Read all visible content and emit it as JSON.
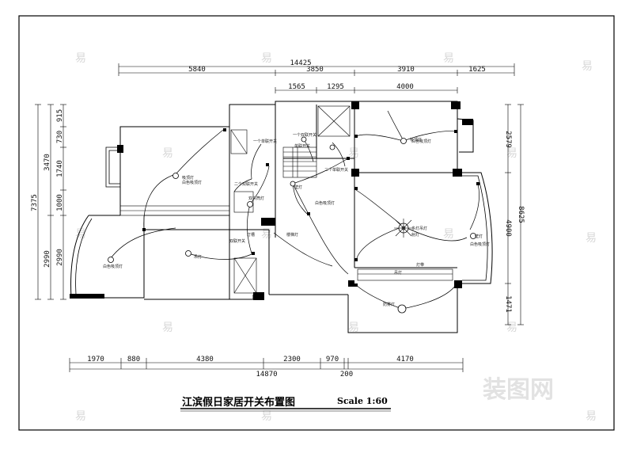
{
  "drawing": {
    "title": "江滨假日家居开关布置图",
    "scale": "Scale 1:60"
  },
  "dims_top": {
    "overall": "14425",
    "segments": [
      "5840",
      "3850",
      "3910",
      "1625"
    ],
    "inner": [
      "1565",
      "1295",
      "4000"
    ]
  },
  "dims_bottom": {
    "segments": [
      "1970",
      "880",
      "4380",
      "2300",
      "970",
      "4170"
    ],
    "overall": "14870",
    "small": "200"
  },
  "dims_left": {
    "inner": [
      "915",
      "730",
      "1740",
      "1000",
      "2990"
    ],
    "mid": [
      "3470",
      "2990"
    ],
    "overall": "7375"
  },
  "dims_right": {
    "inner": [
      "2579",
      "4900",
      "1471"
    ],
    "overall": "8625"
  },
  "labels": {
    "l01": "一个单联开关",
    "l02": "一个双联开关",
    "l03": "二个单联开关",
    "l04": "二个双联开关",
    "l05": "吸顶灯",
    "l06": "吊灯",
    "l07": "双头筒灯",
    "l08": "壁灯",
    "l09": "白色吸顶灯",
    "l10": "白色吸顶灯",
    "l11": "白色吸顶灯",
    "l12": "吸顶灯",
    "l13": "多灯吊灯",
    "l14": "射灯",
    "l15": "防雾灯",
    "l16": "白色吸顶灯",
    "l17": "灯带",
    "l18": "吊灯",
    "l19": "楼梯灯",
    "l20": "灯槽",
    "l21": "壁灯",
    "l22": "单联开关",
    "l23": "白色吸顶灯",
    "l24": "双联开关"
  },
  "watermark": {
    "char": "易",
    "brand": "装图网"
  }
}
